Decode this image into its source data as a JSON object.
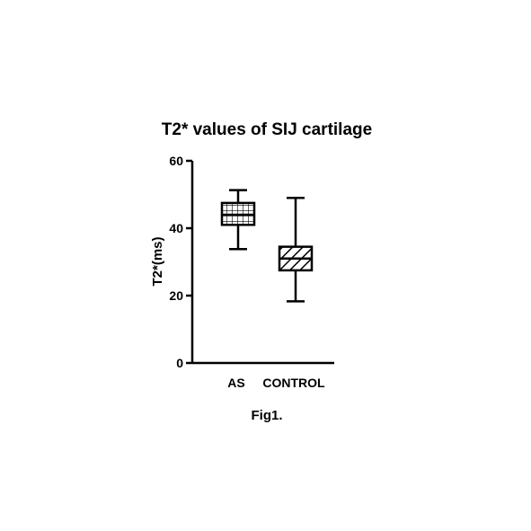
{
  "chart_data": {
    "type": "box",
    "title": "T2* values of SIJ cartilage",
    "xlabel": "",
    "ylabel": "T2*(ms)",
    "ylim": [
      0,
      60
    ],
    "yticks": [
      0,
      20,
      40,
      60
    ],
    "categories": [
      "AS",
      "CONTROL"
    ],
    "boxes": [
      {
        "category": "AS",
        "min": 33.8,
        "q1": 41.0,
        "median": 44.0,
        "q3": 47.5,
        "max": 51.3,
        "pattern": "grid"
      },
      {
        "category": "CONTROL",
        "min": 18.3,
        "q1": 27.5,
        "median": 31.0,
        "q3": 34.5,
        "max": 49.0,
        "pattern": "diagonal-hatch"
      }
    ],
    "grid": false,
    "legend": "none"
  },
  "caption": "Fig1.",
  "colors": {
    "ink": "#000000",
    "background": "#ffffff"
  }
}
